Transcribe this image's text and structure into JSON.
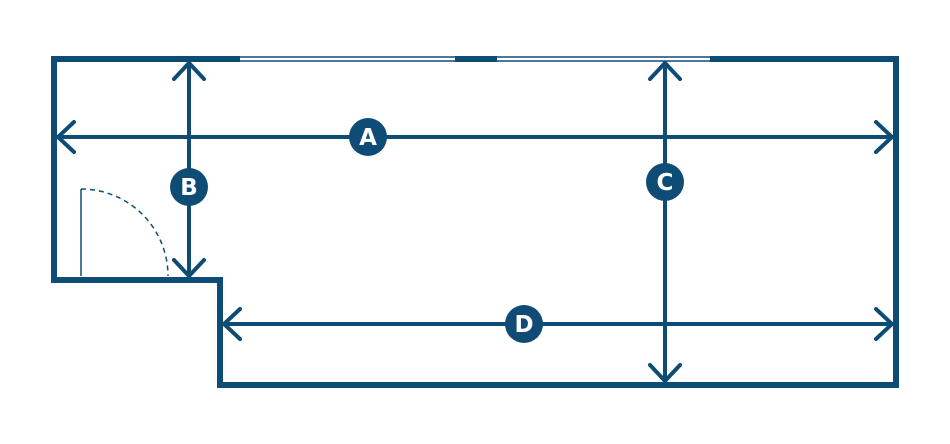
{
  "colors": {
    "primary": "#0f4c75",
    "background": "#ffffff",
    "badge_text": "#ffffff"
  },
  "labels": {
    "a": "A",
    "b": "B",
    "c": "C",
    "d": "D"
  },
  "icons": {
    "door": "door-swing-icon",
    "windows": "window-icon"
  }
}
